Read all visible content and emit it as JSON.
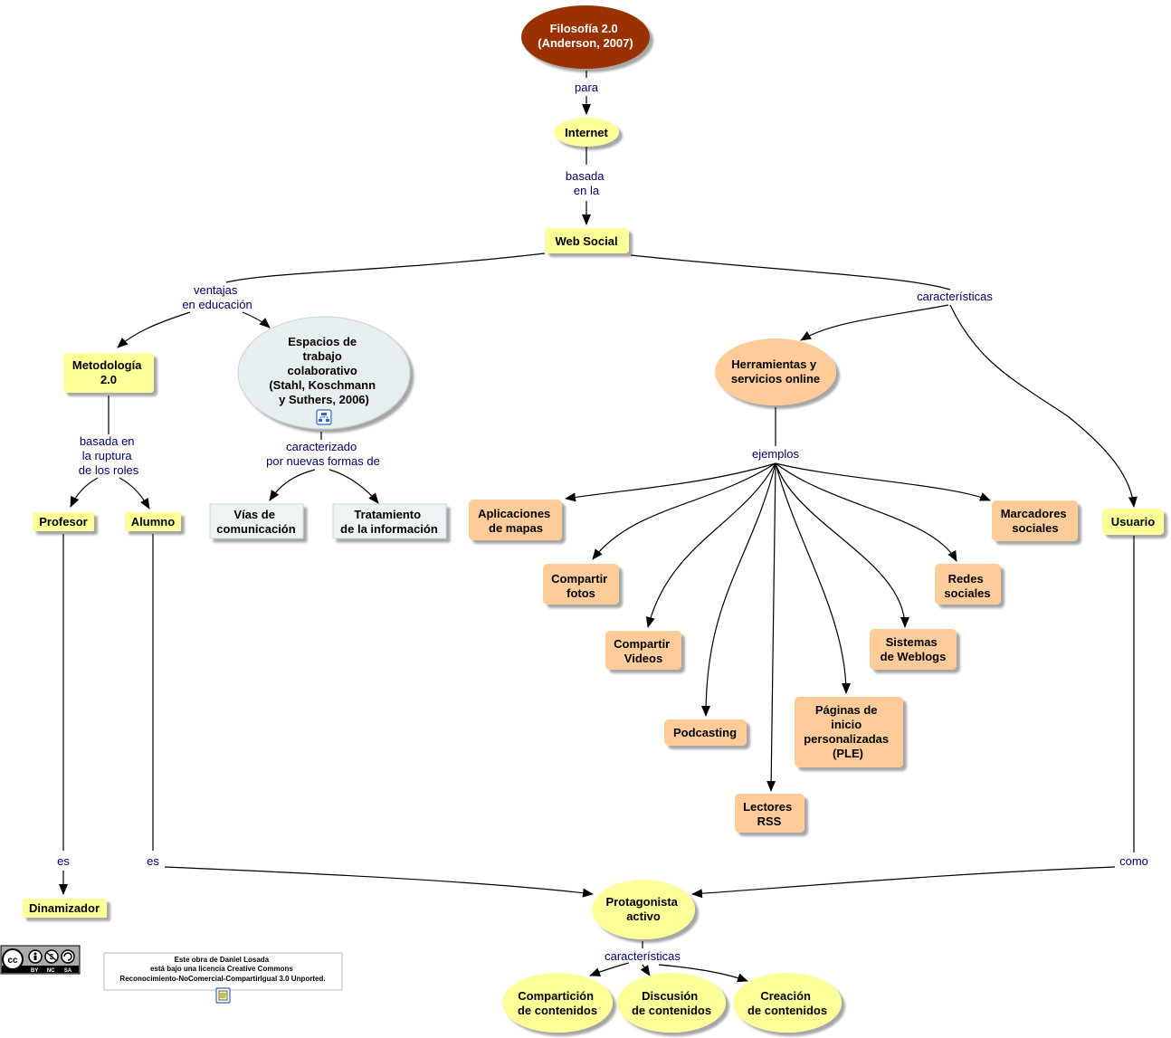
{
  "concepts": {
    "filosofia": [
      "Filosofía 2.0",
      "(Anderson, 2007)"
    ],
    "internet": [
      "Internet"
    ],
    "web_social": [
      "Web Social"
    ],
    "metodologia": [
      "Metodología",
      "2.0"
    ],
    "espacios": [
      "Espacios de",
      "trabajo",
      "colaborativo",
      "(Stahl, Koschmann",
      "y Suthers, 2006)"
    ],
    "profesor": [
      "Profesor"
    ],
    "alumno": [
      "Alumno"
    ],
    "vias": [
      "Vías de",
      "comunicación"
    ],
    "tratamiento": [
      "Tratamiento",
      "de la información"
    ],
    "herramientas": [
      "Herramientas y",
      "servicios online"
    ],
    "usuario": [
      "Usuario"
    ],
    "aplicaciones": [
      "Aplicaciones",
      "de mapas"
    ],
    "marcadores": [
      "Marcadores",
      "sociales"
    ],
    "compartir_fotos": [
      "Compartir",
      "fotos"
    ],
    "redes": [
      "Redes",
      "sociales"
    ],
    "compartir_videos": [
      "Compartir",
      "Videos"
    ],
    "sistemas": [
      "Sistemas",
      "de Weblogs"
    ],
    "podcasting": [
      "Podcasting"
    ],
    "paginas": [
      "Páginas de",
      "inicio",
      "personalizadas",
      "(PLE)"
    ],
    "lectores": [
      "Lectores",
      "RSS"
    ],
    "dinamizador": [
      "Dinamizador"
    ],
    "protagonista": [
      "Protagonista",
      "activo"
    ],
    "comparticion": [
      "Compartición",
      "de contenidos"
    ],
    "discusion": [
      "Discusión",
      "de contenidos"
    ],
    "creacion": [
      "Creación",
      "de contenidos"
    ]
  },
  "links": {
    "para": [
      "para"
    ],
    "basada_en_la": [
      "basada",
      "en la"
    ],
    "ventajas": [
      "ventajas",
      "en educación"
    ],
    "caracteristicas_web": [
      "características"
    ],
    "basada_ruptura": [
      "basada en",
      "la ruptura",
      "de los roles"
    ],
    "caracterizado": [
      "caracterizado",
      "por nuevas formas de"
    ],
    "ejemplos": [
      "ejemplos"
    ],
    "es_profesor": [
      "es"
    ],
    "es_alumno": [
      "es"
    ],
    "como": [
      "como"
    ],
    "caracteristicas_prot": [
      "características"
    ]
  },
  "license": {
    "badge": [
      "BY",
      "NC",
      "SA"
    ],
    "text": [
      "Este obra de Daniel Losada",
      "está bajo una licencia Creative Commons",
      "Reconocimiento-NoComercial-CompartirIgual 3.0 Unported."
    ]
  },
  "colors": {
    "root_fill": "#993300",
    "yellow_fill": "#ffff99",
    "orange_fill": "#ffcc99",
    "blue_fill": "#eef3f3",
    "ellipse_fill": "#e6eef0",
    "link_text": "#000066"
  },
  "icons": [
    "concept-map-icon",
    "document-icon",
    "creative-commons-icon"
  ]
}
